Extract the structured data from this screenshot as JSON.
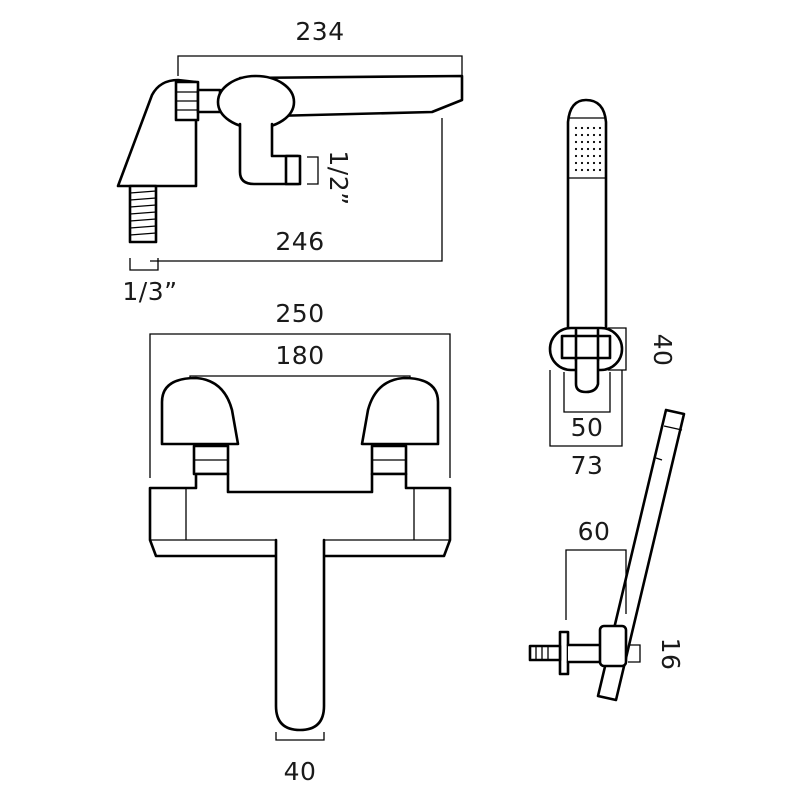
{
  "dimensions": {
    "side_length_top": "234",
    "inlet_thread": "1/2”",
    "side_length_bottom": "246",
    "base_thread": "1/3”",
    "front_overall_width": "250",
    "front_centres": "180",
    "spout_width": "40",
    "holder_height": "40",
    "holder_inner_width": "50",
    "holder_outer_width": "73",
    "wall_projection": "60",
    "wall_bracket_depth": "16"
  }
}
